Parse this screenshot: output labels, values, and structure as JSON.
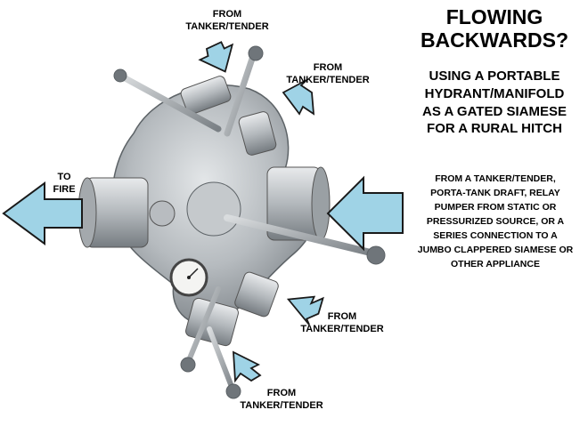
{
  "heading": {
    "title_lines": [
      "FLOWING",
      "BACKWARDS?"
    ],
    "subtitle_lines": [
      "USING A PORTABLE",
      "HYDRANT/MANIFOLD",
      "AS A GATED SIAMESE",
      "FOR A RURAL HITCH"
    ]
  },
  "description_lines": [
    "FROM A TANKER/TENDER,",
    "PORTA-TANK DRAFT, RELAY",
    "PUMPER FROM STATIC OR",
    "PRESSURIZED SOURCE, OR A",
    "SERIES CONNECTION TO A",
    "JUMBO CLAPPERED SIAMESE OR",
    "OTHER APPLIANCE"
  ],
  "labels": {
    "inlet_top_left": [
      "FROM",
      "TANKER/TENDER"
    ],
    "inlet_top_right": [
      "FROM",
      "TANKER/TENDER"
    ],
    "inlet_bottom_right": [
      "FROM",
      "TANKER/TENDER"
    ],
    "inlet_bottom": [
      "FROM",
      "TANKER/TENDER"
    ],
    "outlet_left": [
      "TO",
      "FIRE"
    ]
  },
  "colors": {
    "arrow_fill": "#9fd3e6",
    "arrow_stroke": "#1a1a1a",
    "metal_light": "#c9cdd0",
    "metal_mid": "#a9aeb2",
    "metal_dark": "#6f757a"
  },
  "image": {
    "subject": "portable-hydrant-manifold-photo"
  }
}
